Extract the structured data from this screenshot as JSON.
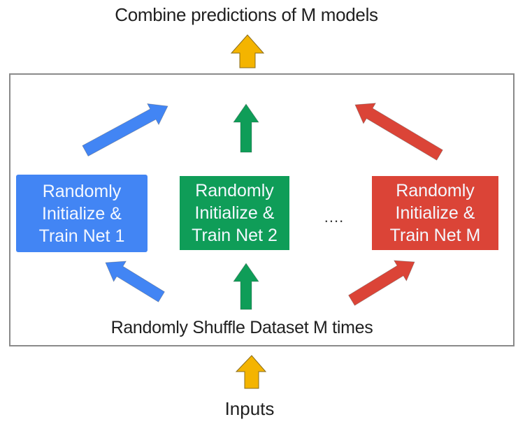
{
  "diagram": {
    "title": "Combine predictions of M models",
    "nets": [
      {
        "id": "net-1",
        "line1": "Randomly",
        "line2": "Initialize &",
        "line3": "Train Net 1",
        "color": "#4285f4"
      },
      {
        "id": "net-2",
        "line1": "Randomly",
        "line2": "Initialize &",
        "line3": "Train Net 2",
        "color": "#0f9d58"
      },
      {
        "id": "net-m",
        "line1": "Randomly",
        "line2": "Initialize &",
        "line3": "Train Net M",
        "color": "#db4437"
      }
    ],
    "ellipsis": "....",
    "shuffle_label": "Randomly Shuffle Dataset M times",
    "inputs_label": "Inputs",
    "colors": {
      "input_output_arrow": "#f4b400",
      "arrow_outline": "#8a6d1c",
      "box_border": "#8a8a8a"
    }
  }
}
